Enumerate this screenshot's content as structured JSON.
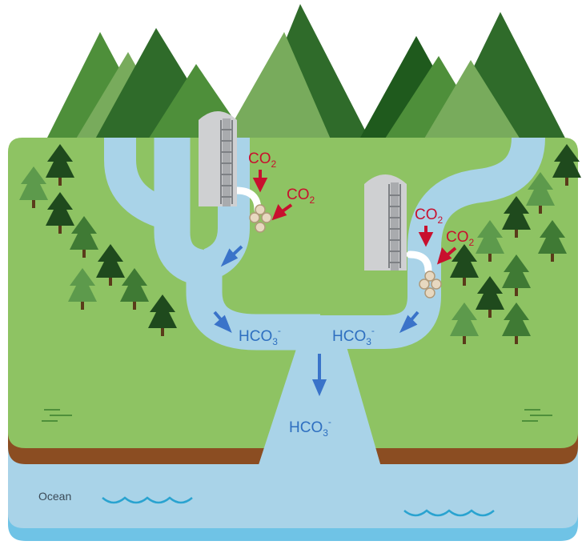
{
  "labels": {
    "co2_subscript": "2",
    "hco3_base": "HCO",
    "hco3_subscript": "3",
    "hco3_charge": "-",
    "co2_base": "CO",
    "ocean": "Ocean"
  },
  "colors": {
    "land": "#8ec363",
    "soil": "#8b4d22",
    "river": "#a9d3e8",
    "ocean": "#a9d3e8",
    "ocean_edge": "#6fc3e6",
    "co2_text": "#c8102e",
    "hco3_text": "#2e6fc0",
    "arrow_blue": "#3a73c9",
    "arrow_red": "#c8102e",
    "mountain_dark": "#2f6b2a",
    "mountain_mid": "#4e8f3a",
    "mountain_light": "#78ab5c",
    "tree_dark": "#1f4a1d",
    "tree_mid": "#3f7a34",
    "tree_light": "#5d9a4c",
    "silo": "#cfd0d2",
    "pellet": "#e7d8c0"
  },
  "icons": {
    "silo": "silo-icon",
    "tree": "tree-icon",
    "mountain": "mountain-icon",
    "wave": "wave-icon",
    "pellets": "rock-pellets-icon"
  }
}
